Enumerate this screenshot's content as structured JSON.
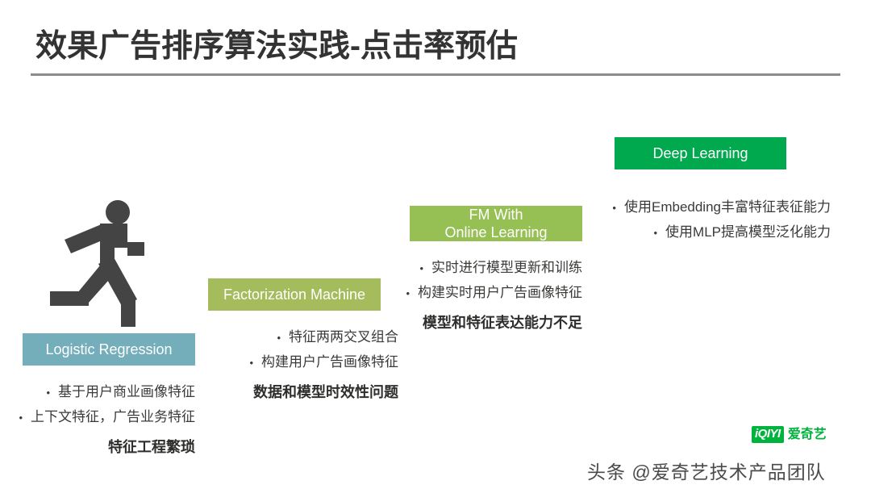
{
  "slide": {
    "title": "效果广告排序算法实践-点击率预估"
  },
  "icons": {
    "runner": "running-man-icon"
  },
  "colors": {
    "stage_lr": "#74AEBA",
    "stage_fm": "#A4BC5C",
    "stage_fmol": "#97C054",
    "stage_dl": "#00A94E",
    "rule": "#8C8C8C",
    "text": "#3A3A38",
    "brand_green": "#00B33C"
  },
  "bullet_marker": "•",
  "stages": [
    {
      "id": "logistic-regression",
      "badge_label": "Logistic Regression",
      "bullets": [
        "基于用户商业画像特征",
        "上下文特征，广告业务特征"
      ],
      "conclusion": "特征工程繁琐"
    },
    {
      "id": "factorization-machine",
      "badge_label": "Factorization Machine",
      "bullets": [
        "特征两两交叉组合",
        "构建用户广告画像特征"
      ],
      "conclusion": "数据和模型时效性问题"
    },
    {
      "id": "fm-with-online-learning",
      "badge_label_line1": "FM With",
      "badge_label_line2": "Online Learning",
      "bullets": [
        "实时进行模型更新和训练",
        "构建实时用户广告画像特征"
      ],
      "conclusion": "模型和特征表达能力不足"
    },
    {
      "id": "deep-learning",
      "badge_label": "Deep Learning",
      "bullets": [
        "使用Embedding丰富特征表征能力",
        "使用MLP提高模型泛化能力"
      ],
      "conclusion": ""
    }
  ],
  "logo": {
    "mark": "iQIYI",
    "wordmark": "爱奇艺"
  },
  "watermark": {
    "text": "头条 @爱奇艺技术产品团队"
  }
}
